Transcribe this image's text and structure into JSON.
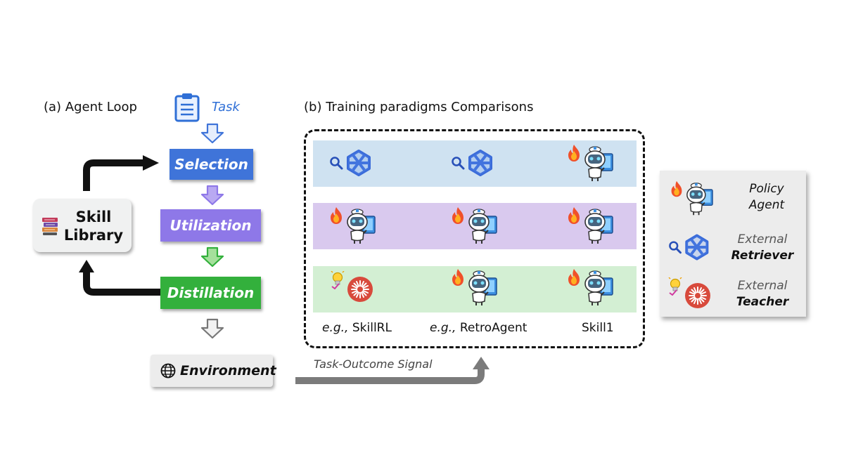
{
  "agent_loop": {
    "heading": "(a) Agent Loop",
    "task": "Task",
    "steps": {
      "selection": "Selection",
      "utilization": "Utilization",
      "distillation": "Distillation"
    },
    "skill_library": {
      "line1": "Skill",
      "line2": "Library"
    },
    "environment": "Environment",
    "signal": "Task-Outcome Signal",
    "colors": {
      "selection": "#3f74d9",
      "utilization": "#8e78e8",
      "distillation": "#33b03c",
      "task_text": "#2f6fd6"
    }
  },
  "comparisons": {
    "heading": "(b) Training paradigms Comparisons",
    "rows": [
      {
        "color": "#cfe2f1",
        "cells": [
          "retriever-icon",
          "retriever-icon",
          "policy-agent-icon"
        ]
      },
      {
        "color": "#d9c9ee",
        "cells": [
          "policy-agent-icon",
          "policy-agent-icon",
          "policy-agent-icon"
        ]
      },
      {
        "color": "#d3efd3",
        "cells": [
          "teacher-icon",
          "policy-agent-icon",
          "policy-agent-icon"
        ]
      }
    ],
    "examples": [
      {
        "prefix": "e.g.,",
        "name": "SkillRL"
      },
      {
        "prefix": "e.g.,",
        "name": "RetroAgent"
      },
      {
        "prefix": "",
        "name": "Skill1"
      }
    ]
  },
  "legend": {
    "policy": {
      "line1": "Policy",
      "line2": "Agent"
    },
    "retriever": {
      "line1": "External",
      "line2": "Retriever"
    },
    "teacher": {
      "line1": "External",
      "line2": "Teacher"
    }
  }
}
